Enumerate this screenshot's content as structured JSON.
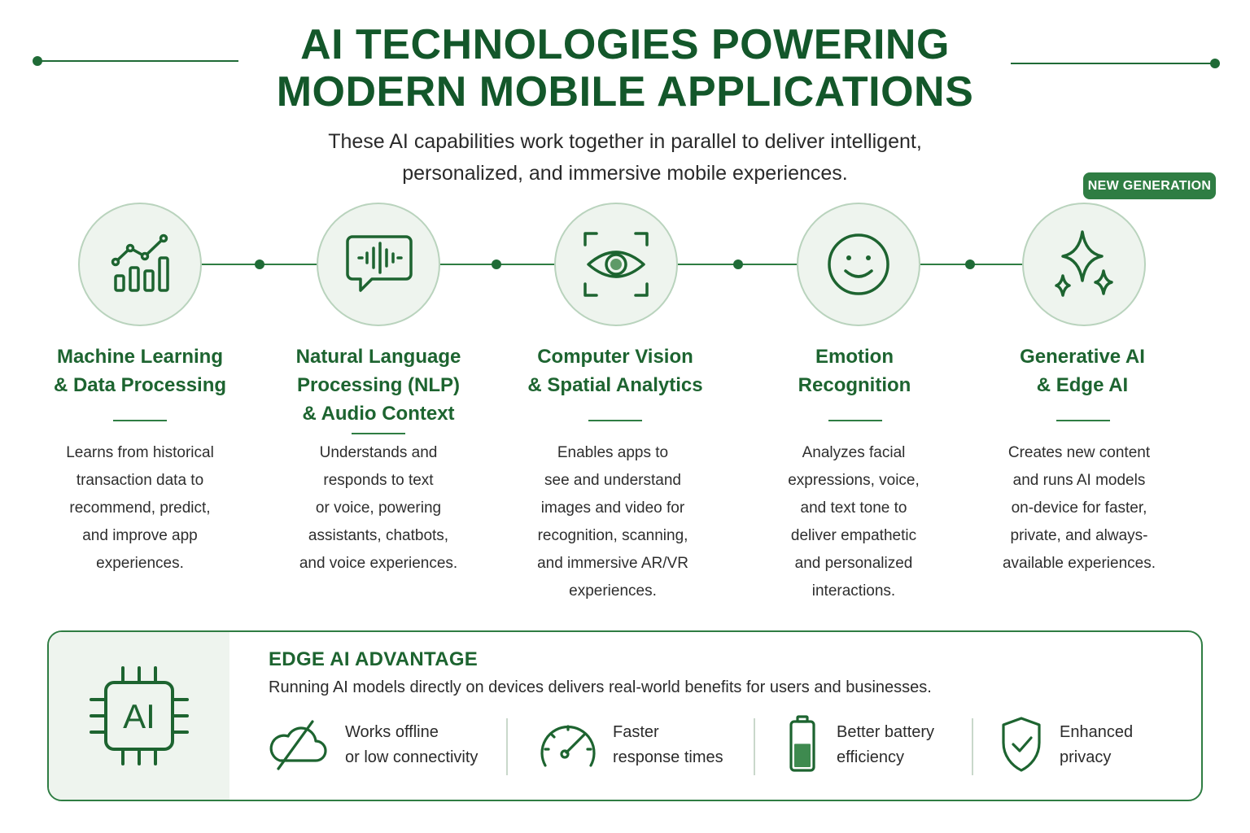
{
  "header": {
    "title_line1": "AI TECHNOLOGIES POWERING",
    "title_line2": "MODERN MOBILE APPLICATIONS",
    "subtitle_line1": "These AI capabilities work together in parallel to deliver intelligent,",
    "subtitle_line2": "personalized, and immersive mobile experiences."
  },
  "badge": "NEW GENERATION",
  "technologies": [
    {
      "icon": "chart-growth-icon",
      "title": [
        "Machine Learning",
        "& Data Processing"
      ],
      "description": [
        "Learns from historical",
        "transaction data to",
        "recommend, predict,",
        "and improve app",
        "experiences."
      ]
    },
    {
      "icon": "speech-waveform-icon",
      "title": [
        "Natural Language",
        "Processing (NLP)",
        "& Audio Context"
      ],
      "description": [
        "Understands and",
        "responds to text",
        "or voice, powering",
        "assistants, chatbots,",
        "and voice experiences."
      ]
    },
    {
      "icon": "eye-scan-icon",
      "title": [
        "Computer Vision",
        "& Spatial Analytics"
      ],
      "description": [
        "Enables apps to",
        "see and understand",
        "images and video for",
        "recognition, scanning,",
        "and immersive AR/VR",
        "experiences."
      ]
    },
    {
      "icon": "smiley-face-icon",
      "title": [
        "Emotion",
        "Recognition"
      ],
      "description": [
        "Analyzes facial",
        "expressions, voice,",
        "and text tone to",
        "deliver empathetic",
        "and personalized",
        "interactions."
      ]
    },
    {
      "icon": "sparkles-icon",
      "title": [
        "Generative AI",
        "& Edge AI"
      ],
      "description": [
        "Creates new content",
        "and runs AI models",
        "on-device for faster,",
        "private, and always-",
        "available experiences."
      ]
    }
  ],
  "edge": {
    "chip_label": "AI",
    "title": "EDGE AI ADVANTAGE",
    "subtitle": "Running AI models directly on devices delivers real-world benefits for users and businesses.",
    "benefits": [
      {
        "icon": "cloud-offline-icon",
        "lines": [
          "Works offline",
          "or low connectivity"
        ]
      },
      {
        "icon": "speedometer-icon",
        "lines": [
          "Faster",
          "response times"
        ]
      },
      {
        "icon": "battery-icon",
        "lines": [
          "Better battery",
          "efficiency"
        ],
        "fill_fraction": 0.55
      },
      {
        "icon": "shield-check-icon",
        "lines": [
          "Enhanced",
          "privacy"
        ]
      }
    ]
  },
  "colors": {
    "primary": "#13572a",
    "accent": "#2f7d43",
    "circle_fill": "#eef4ee",
    "circle_border": "#b9d3bd"
  }
}
